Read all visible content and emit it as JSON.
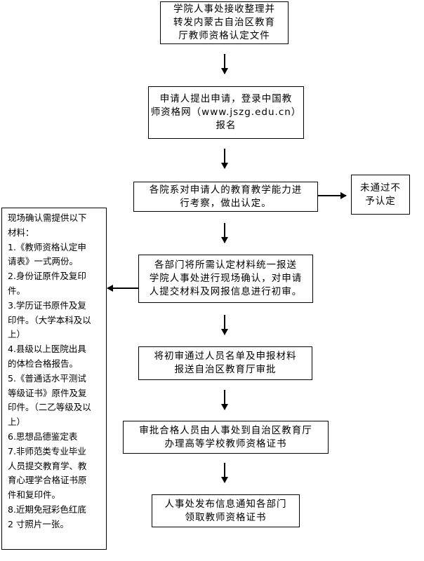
{
  "steps": [
    {
      "text": "学院人事处接收整理并\n转发内蒙古自治区教育\n厅教师资格认定文件"
    },
    {
      "text": "申请人提出申请，登录中国教\n师资格网（www.jszg.edu.cn）\n报名"
    },
    {
      "text": "各院系对申请人的教育教学能力进\n行考察，做出认定。"
    },
    {
      "text": "各部门将所需认定材料统一报送\n学院人事处进行现场确认，对申请\n人提交材料及网报信息进行初审。"
    },
    {
      "text": "将初审通过人员名单及申报材料\n报送自治区教育厅审批"
    },
    {
      "text": "审批合格人员由人事处到自治区教育厅\n办理高等学校教师资格证书"
    },
    {
      "text": "人事处发布信息通知各部门\n领取教师资格证书"
    }
  ],
  "reject": {
    "text": "未通过不\n予认定"
  },
  "materials": {
    "lines": [
      "现场确认需提供以下",
      "材料：",
      "1.《教师资格认定申",
      "请表》一式两份。",
      "2.身份证原件及复印",
      "件。",
      "3.学历证书原件及复",
      "印件。（大学本科及以",
      "上）",
      "4.县级以上医院出具",
      "的体检合格报告。",
      "5.《普通话水平测试",
      "等级证书》原件及复",
      "印件。（二乙等级及以",
      "上）",
      "6.思想品德鉴定表",
      "7.非师范类专业毕业",
      "人员提交教育学、教",
      "育心理学合格证书原",
      "件和复印件。",
      "8.近期免冠彩色红底",
      "2 寸照片一张。"
    ]
  }
}
